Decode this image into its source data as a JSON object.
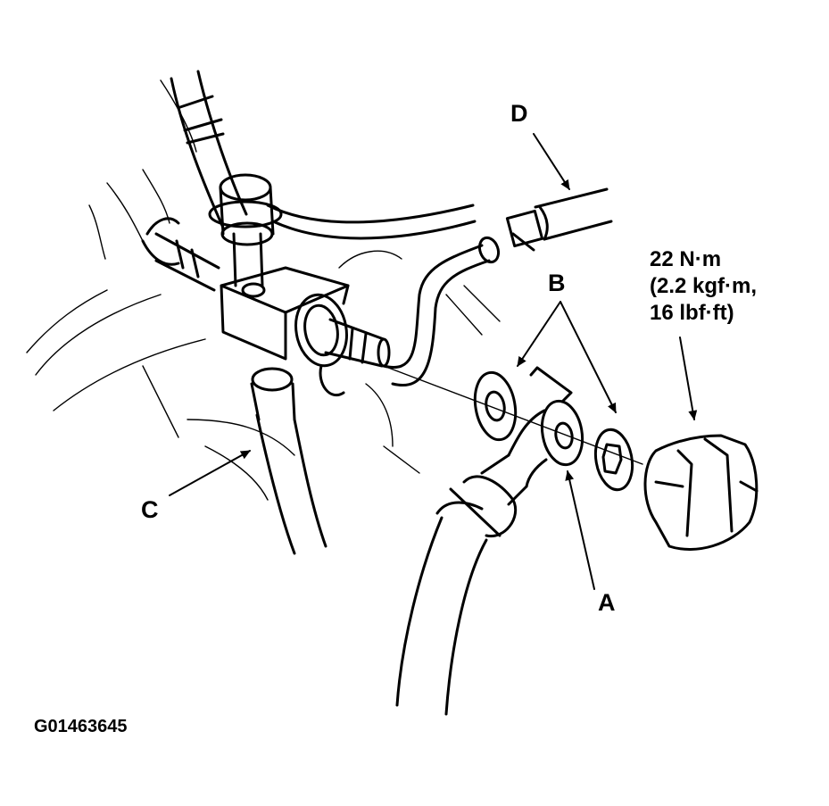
{
  "diagram": {
    "labels": {
      "a": "A",
      "b": "B",
      "c": "C",
      "d": "D"
    },
    "torque": {
      "line1": "22 N·m",
      "line2": "(2.2 kgf·m,",
      "line3": "16 lbf·ft)"
    },
    "figure_code": "G01463645"
  }
}
